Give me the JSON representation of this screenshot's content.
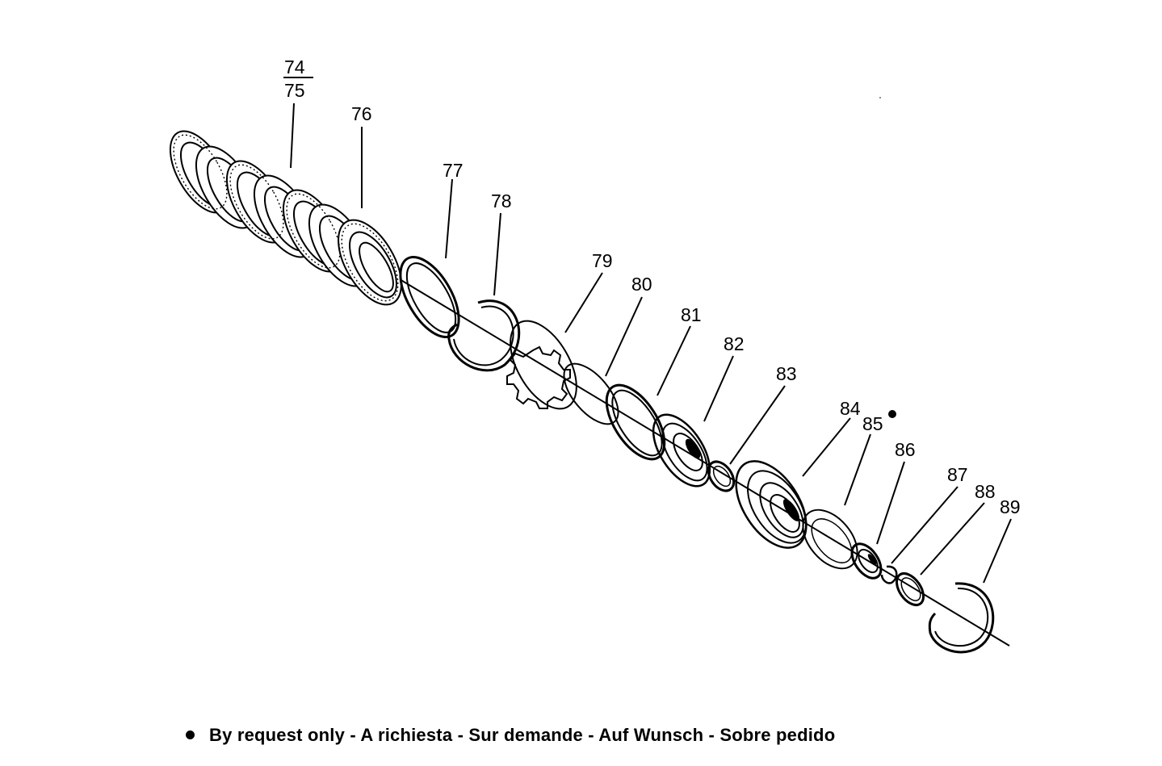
{
  "callouts": [
    {
      "id": "74-75",
      "top": "74",
      "bottom": "75"
    },
    {
      "id": "76",
      "text": "76"
    },
    {
      "id": "77",
      "text": "77"
    },
    {
      "id": "78",
      "text": "78"
    },
    {
      "id": "79",
      "text": "79"
    },
    {
      "id": "80",
      "text": "80"
    },
    {
      "id": "81",
      "text": "81"
    },
    {
      "id": "82",
      "text": "82"
    },
    {
      "id": "83",
      "text": "83"
    },
    {
      "id": "84",
      "text": "84"
    },
    {
      "id": "85",
      "text": "85"
    },
    {
      "id": "86",
      "text": "86"
    },
    {
      "id": "87",
      "text": "87"
    },
    {
      "id": "88",
      "text": "88"
    },
    {
      "id": "89",
      "text": "89"
    }
  ],
  "request_marker_part": "85",
  "footer": {
    "text": "By request only - A richiesta - Sur demande - Auf Wunsch - Sobre pedido"
  }
}
